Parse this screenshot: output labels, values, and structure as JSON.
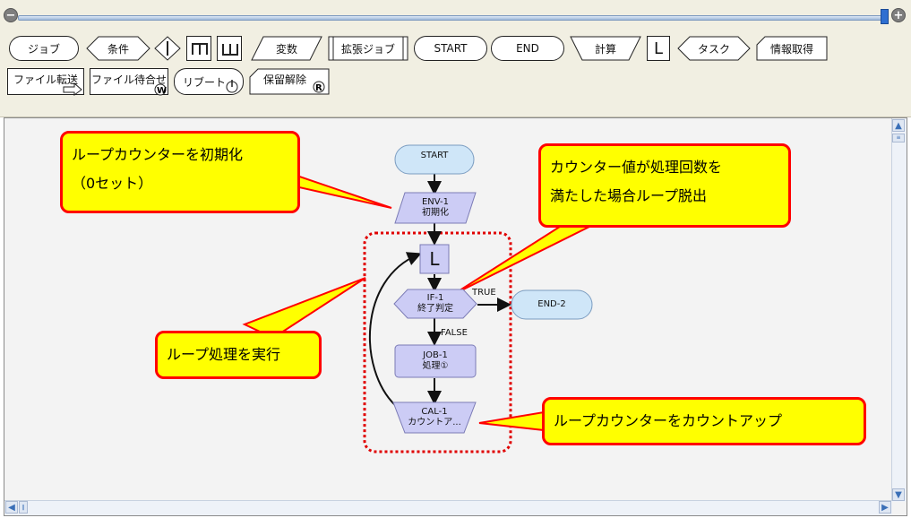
{
  "palette": {
    "job": "ジョブ",
    "condition": "条件",
    "variable": "変数",
    "ext_job": "拡張ジョブ",
    "start": "START",
    "end": "END",
    "calc": "計算",
    "loop": "L",
    "task": "タスク",
    "info": "情報取得",
    "file_transfer": "ファイル転送",
    "file_wait": "ファイル待合せ",
    "reboot": "リブート",
    "hold_release": "保留解除"
  },
  "flow": {
    "start": "START",
    "env_id": "ENV-1",
    "env_label": "初期化",
    "loop": "L",
    "if_id": "IF-1",
    "if_label": "終了判定",
    "true_label": "TRUE",
    "false_label": "FALSE",
    "end2": "END-2",
    "job_id": "JOB-1",
    "job_label": "処理①",
    "cal_id": "CAL-1",
    "cal_label": "カウントア..."
  },
  "callouts": {
    "init_line1": "ループカウンターを初期化",
    "init_line2": "（0セット）",
    "exit_line1": "カウンター値が処理回数を",
    "exit_line2": "満たした場合ループ脱出",
    "exec": "ループ処理を実行",
    "countup": "ループカウンターをカウントアップ"
  },
  "colors": {
    "node_fill": "#ccccf5",
    "node_stroke": "#7b7bb5",
    "terminal_fill": "#cfe6f8",
    "callout_fill": "#ffff00",
    "callout_border": "#ff0000",
    "loop_frame": "#e00000"
  }
}
